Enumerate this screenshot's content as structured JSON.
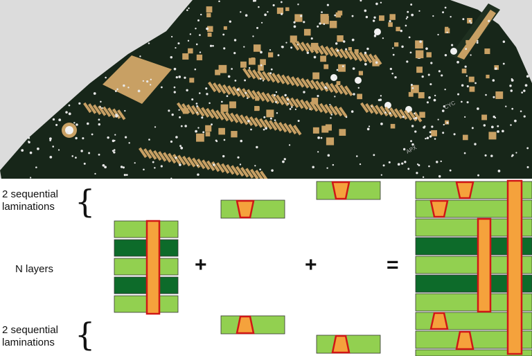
{
  "labels": {
    "top_lamination": [
      "2 sequential",
      "laminations"
    ],
    "core": "N layers",
    "bottom_lamination": [
      "2 sequential",
      "laminations"
    ]
  },
  "operators": {
    "plus1": "+",
    "plus2": "+",
    "equals": "="
  },
  "photo": {
    "board_markings": {
      "cyc": "CYC",
      "apx": "APX"
    }
  },
  "colors": {
    "board": "#172619",
    "pad": "#c8a064",
    "light_layer": "#92d050",
    "dark_layer": "#0d6b2a",
    "via_fill": "#f5a23c",
    "via_outline": "#d01616"
  }
}
